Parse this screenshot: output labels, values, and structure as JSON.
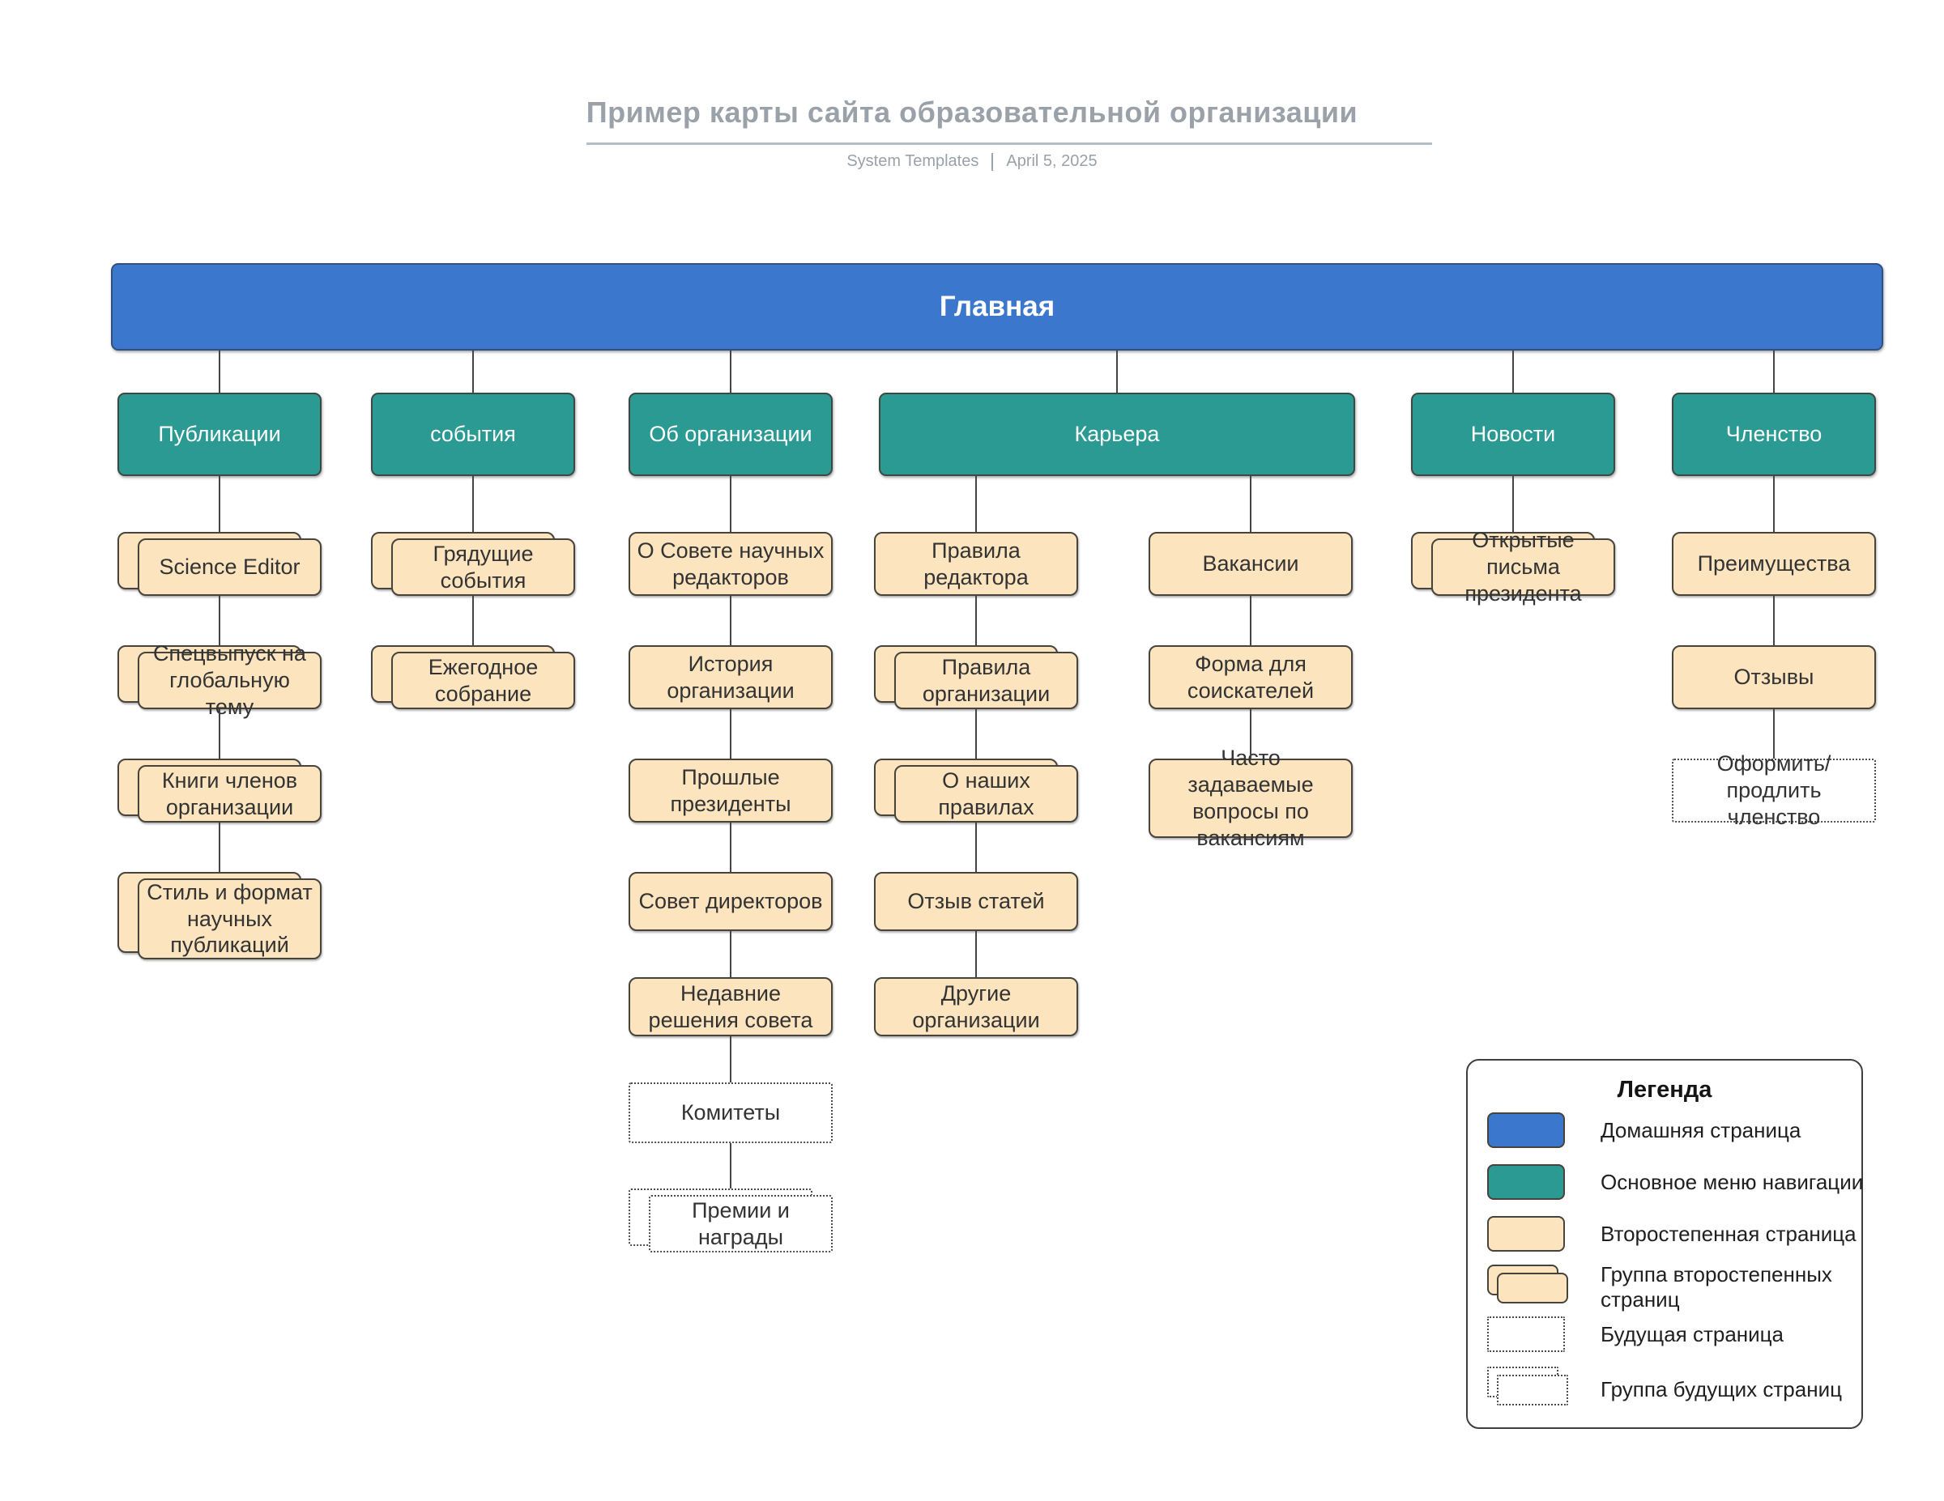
{
  "header": {
    "title": "Пример карты сайта образовательной организации",
    "source": "System Templates",
    "date": "April 5, 2025"
  },
  "palette": {
    "home_blue": "#3A77CD",
    "nav_teal": "#2A9A92",
    "secondary_cream": "#FBE4BE",
    "outline_dark": "#46423C",
    "connector_gray": "#454545",
    "header_gray": "#9AA1A9"
  },
  "sitemap": {
    "home": {
      "label": "Главная",
      "type": "home"
    },
    "branches": [
      {
        "label": "Публикации",
        "type": "nav",
        "children": [
          {
            "label": "Science Editor",
            "type": "secondary-group"
          },
          {
            "label": "Спецвыпуск на глобальную тему",
            "type": "secondary-group"
          },
          {
            "label": "Книги членов организации",
            "type": "secondary-group"
          },
          {
            "label": "Стиль и формат научных публикаций",
            "type": "secondary-group"
          }
        ]
      },
      {
        "label": "события",
        "type": "nav",
        "children": [
          {
            "label": "Грядущие события",
            "type": "secondary-group"
          },
          {
            "label": "Ежегодное собрание",
            "type": "secondary-group"
          }
        ]
      },
      {
        "label": "Об организации",
        "type": "nav",
        "children": [
          {
            "label": "О Совете научных редакторов",
            "type": "secondary"
          },
          {
            "label": "История организации",
            "type": "secondary"
          },
          {
            "label": "Прошлые президенты",
            "type": "secondary"
          },
          {
            "label": "Совет директоров",
            "type": "secondary"
          },
          {
            "label": "Недавние решения совета",
            "type": "secondary"
          },
          {
            "label": "Комитеты",
            "type": "future"
          },
          {
            "label": "Премии и награды",
            "type": "future-group"
          }
        ]
      },
      {
        "label": "Карьера",
        "type": "nav",
        "children_left": [
          {
            "label": "Правила редактора",
            "type": "secondary"
          },
          {
            "label": "Правила организации",
            "type": "secondary-group"
          },
          {
            "label": "О наших правилах",
            "type": "secondary-group"
          },
          {
            "label": "Отзыв статей",
            "type": "secondary"
          },
          {
            "label": "Другие организации",
            "type": "secondary"
          }
        ],
        "children_right": [
          {
            "label": "Вакансии",
            "type": "secondary"
          },
          {
            "label": "Форма для соискателей",
            "type": "secondary"
          },
          {
            "label": "Часто задаваемые вопросы по вакансиям",
            "type": "secondary"
          }
        ]
      },
      {
        "label": "Новости",
        "type": "nav",
        "children": [
          {
            "label": "Открытые письма президента",
            "type": "secondary-group"
          }
        ]
      },
      {
        "label": "Членство",
        "type": "nav",
        "children": [
          {
            "label": "Преимущества",
            "type": "secondary"
          },
          {
            "label": "Отзывы",
            "type": "secondary"
          },
          {
            "label": "Оформить/продлить членство",
            "type": "future"
          }
        ]
      }
    ]
  },
  "legend": {
    "title": "Легенда",
    "items": [
      {
        "label": "Домашняя страница",
        "swatch": "home"
      },
      {
        "label": "Основное меню навигации",
        "swatch": "nav"
      },
      {
        "label": "Второстепенная страница",
        "swatch": "secondary"
      },
      {
        "label": "Группа второстепенных страниц",
        "swatch": "secondary-group"
      },
      {
        "label": "Будущая страница",
        "swatch": "future"
      },
      {
        "label": "Группа будущих страниц",
        "swatch": "future-group"
      }
    ]
  }
}
